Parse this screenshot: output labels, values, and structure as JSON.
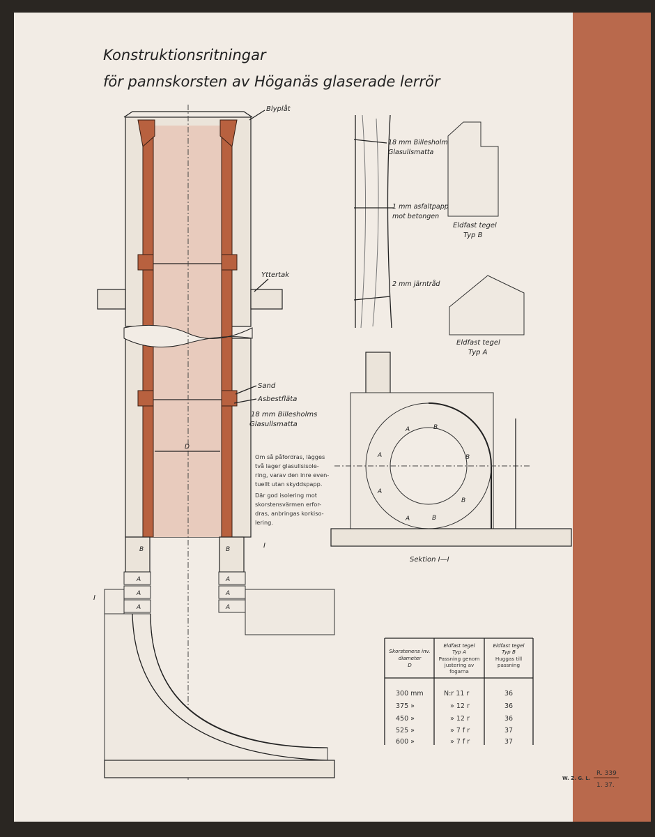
{
  "title": {
    "line1": "Konstruktionsritningar",
    "line2": "för pannskorsten av Höganäs glaserade lerrör"
  },
  "labels": {
    "blyplat": "Blyplåt",
    "yttertak": "Yttertak",
    "sand": "Sand",
    "asbestflata": "Asbestfläta",
    "billesholms_1": "18 mm Billesholms",
    "glasull_1": "Glasullsmatta",
    "billesholms_2": "18 mm Billesholms",
    "glasull_2": "Glasullsmatta",
    "asfaltpapp_1": "1 mm asfaltpapp",
    "asfaltpapp_2": "mot betongen",
    "jarntrad": "2 mm järntråd",
    "typ_b_1": "Eldfast tegel",
    "typ_b_2": "Typ B",
    "typ_a_1": "Eldfast tegel",
    "typ_a_2": "Typ A",
    "sektion": "Sektion I—I",
    "dim_d": "D",
    "brick_a": "A",
    "brick_b": "B",
    "section_mark": "I"
  },
  "note": {
    "lines": [
      "Om så påfordras, lägges",
      "två lager glasullsisole-",
      "ring, varav den inre even-",
      "tuellt utan skyddspapp.",
      "Där god isolering mot",
      "skorstensvärmen erfor-",
      "dras, anbringas korkiso-",
      "lering."
    ]
  },
  "table": {
    "headers": [
      [
        "Skorstenens inv.",
        "diameter",
        "D"
      ],
      [
        "Eldfast tegel",
        "Typ A",
        "Passning genom",
        "justering av",
        "fogarna"
      ],
      [
        "Eldfast tegel",
        "Typ B",
        "Huggas till",
        "passning"
      ]
    ],
    "rows": [
      [
        "300 mm",
        "N:r 11 r",
        "36"
      ],
      [
        "375 »",
        "» 12 r",
        "36"
      ],
      [
        "450 »",
        "» 12 r",
        "36"
      ],
      [
        "525 »",
        "» 7 f r",
        "37"
      ],
      [
        "600 »",
        "» 7 f r",
        "37"
      ]
    ]
  },
  "footer": {
    "publisher": "W. Z. G. L.",
    "ref_top": "R. 339",
    "ref_bottom": "1. 37."
  },
  "colors": {
    "paper": "#f2ece5",
    "strip": "#b9694c",
    "pipe": "#b8613f",
    "bore": "#e8cbbd"
  }
}
